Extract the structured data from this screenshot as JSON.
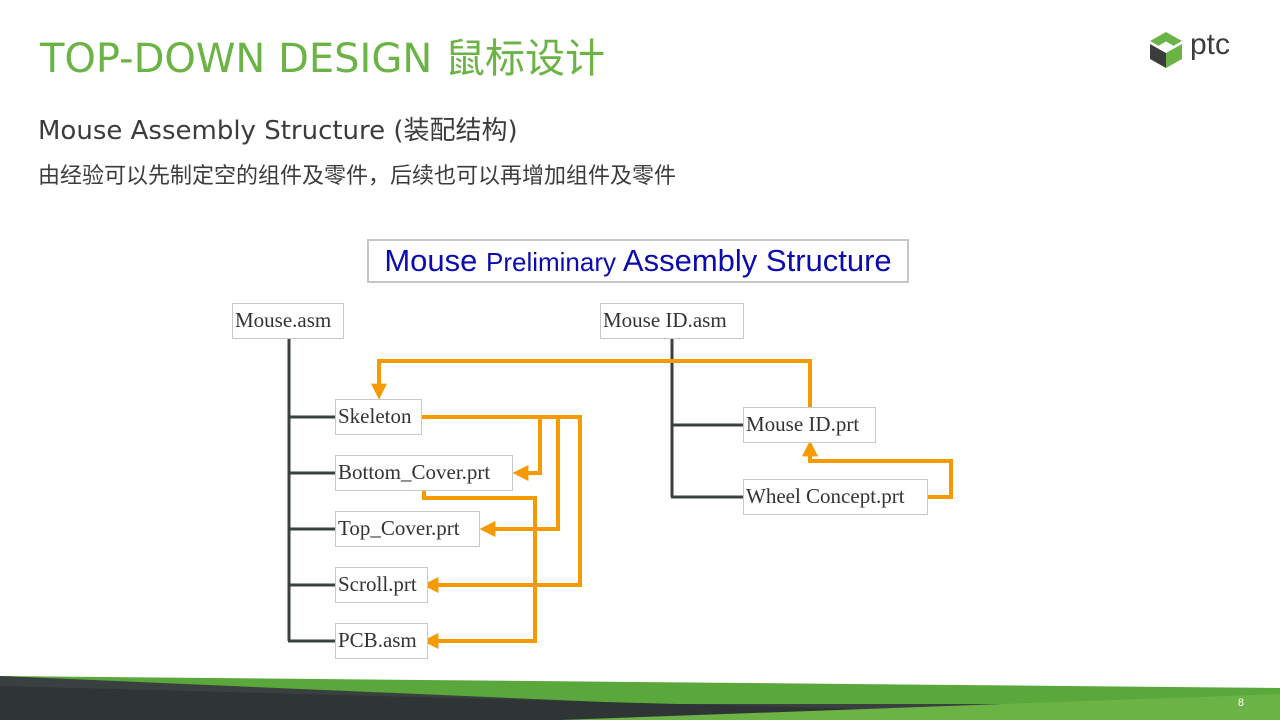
{
  "slide": {
    "title": "TOP-DOWN DESIGN 鼠标设计",
    "subtitle": "Mouse Assembly Structure (装配结构)",
    "description": "由经验可以先制定空的组件及零件，后续也可以再增加组件及零件",
    "page_number": "8"
  },
  "logo": {
    "text": "ptc",
    "colors": [
      "#6ab344",
      "#3c3c3c"
    ]
  },
  "diagram": {
    "title_part1": "Mouse",
    "title_part2": "Preliminary",
    "title_part3": "Assembly Structure",
    "nodes": {
      "mouse_asm": "Mouse.asm",
      "skeleton": "Skeleton",
      "bottom_cover": "Bottom_Cover.prt",
      "top_cover": "Top_Cover.prt",
      "scroll": "Scroll.prt",
      "pcb": "PCB.asm",
      "mouse_id_asm": "Mouse ID.asm",
      "mouse_id_prt": "Mouse ID.prt",
      "wheel_concept": "Wheel Concept.prt"
    },
    "colors": {
      "tree_line": "#3a3f3f",
      "reference_arrow": "#f59a00",
      "title_text": "#0b0bb0"
    }
  }
}
